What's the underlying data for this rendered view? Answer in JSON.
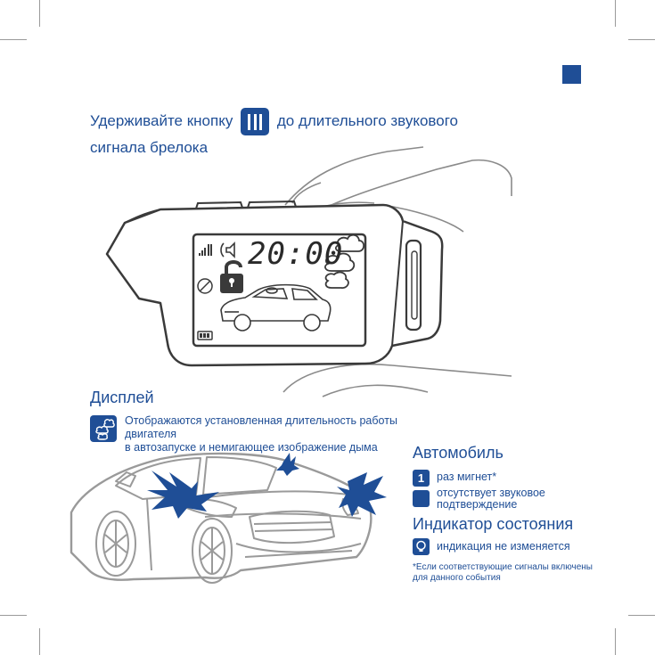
{
  "instruction": {
    "before": "Удерживайте кнопку",
    "after_line1": "до длительного звукового",
    "line2": "сигнала брелока"
  },
  "remote_display": {
    "time": "20:00"
  },
  "display_section": {
    "title": "Дисплей",
    "text_line1": "Отображаются установленная длительность работы двигателя",
    "text_line2": "в автозапуске и немигающее изображение дыма"
  },
  "car_section": {
    "title": "Автомобиль",
    "blink_count": "1",
    "blink_text": "раз мигнет*",
    "sound_text_line1": "отсутствует звуковое",
    "sound_text_line2": "подтверждение"
  },
  "status_section": {
    "title": "Индикатор состояния",
    "text": "индикация не изменяется"
  },
  "footnote": {
    "line1": "*Если соответствующие сигналы включены",
    "line2": "для данного события"
  },
  "colors": {
    "accent": "#1f4e96",
    "line_gray": "#8a8a8a",
    "outline": "#3a3a3a"
  },
  "icons": [
    "button-three-bars-icon",
    "smoke-icon",
    "bulb-icon",
    "signal-icon",
    "sound-icon",
    "lock-icon",
    "no-engine-icon",
    "battery-icon"
  ]
}
